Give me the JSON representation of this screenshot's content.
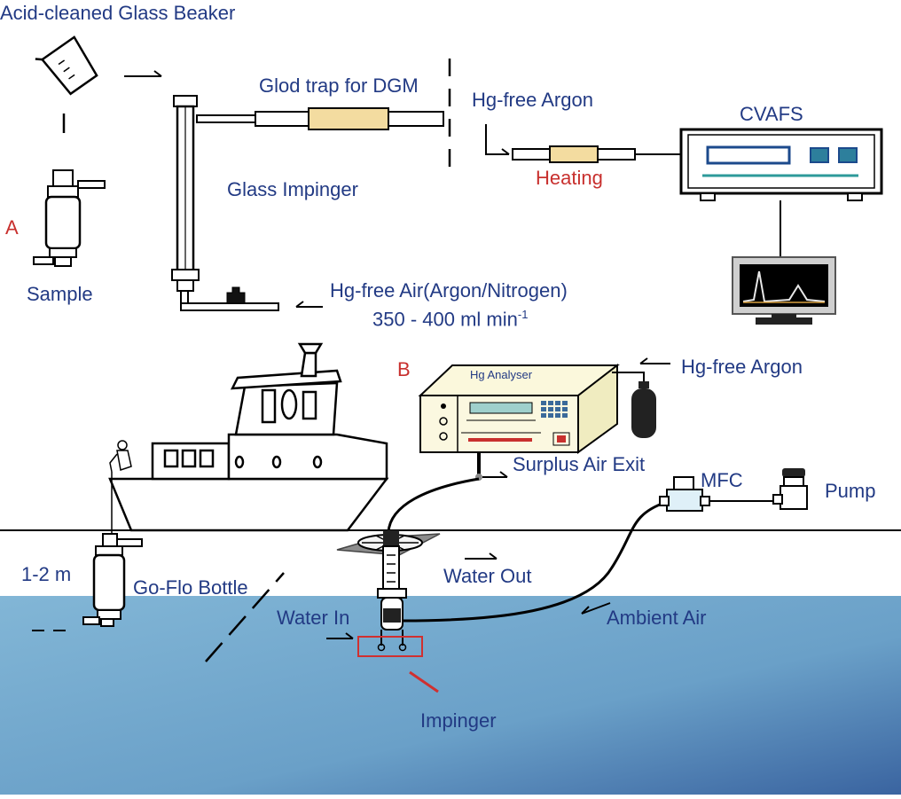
{
  "panel_a": {
    "marker": "A",
    "beaker_label": "Acid-cleaned Glass Beaker",
    "sample_label": "Sample",
    "impinger_label": "Glass Impinger",
    "gold_trap_label": "Glod trap for DGM",
    "argon_label": "Hg-free Argon",
    "heating_label": "Heating",
    "cvafs_label": "CVAFS",
    "air_label": "Hg-free Air(Argon/Nitrogen)",
    "flow_label": "350 - 400 ml min",
    "flow_exponent": "-1"
  },
  "panel_b": {
    "marker": "B",
    "analyser_label": "Hg Analyser",
    "argon_label": "Hg-free Argon",
    "surplus_label": "Surplus Air Exit",
    "mfc_label": "MFC",
    "pump_label": "Pump",
    "depth_label": "1-2 m",
    "goflo_label": "Go-Flo Bottle",
    "water_out_label": "Water Out",
    "water_in_label": "Water In",
    "ambient_label": "Ambient Air",
    "impinger_label": "Impinger"
  },
  "colors": {
    "label_blue": "#223a84",
    "label_red": "#c8302e",
    "water_light": "#7ab0d0",
    "water_dark": "#3a6fa8",
    "trap_fill": "#f3dca0"
  }
}
